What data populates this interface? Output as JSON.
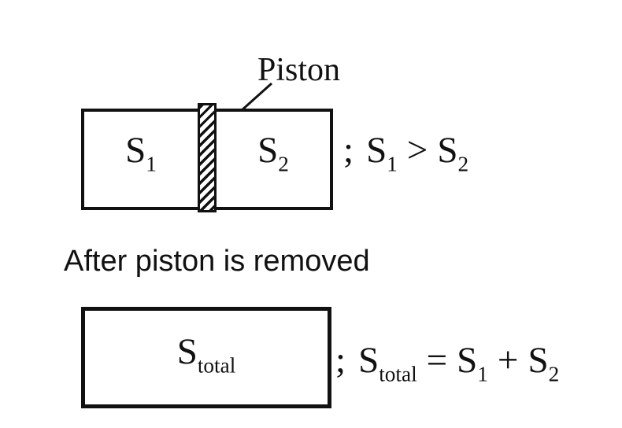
{
  "colors": {
    "ink": "#111111",
    "background": "#ffffff"
  },
  "figure": {
    "piston_label": "Piston",
    "top_box": {
      "left_chamber": {
        "base": "S",
        "sub": "1"
      },
      "right_chamber": {
        "base": "S",
        "sub": "2"
      }
    },
    "top_relation": {
      "prefix": ";",
      "lhs": {
        "base": "S",
        "sub": "1"
      },
      "op": ">",
      "rhs": {
        "base": "S",
        "sub": "2"
      }
    },
    "caption": "After piston is removed",
    "bottom_box": {
      "chamber": {
        "base": "S",
        "sub": "total"
      }
    },
    "bottom_equation": {
      "prefix": ";",
      "lhs": {
        "base": "S",
        "sub": "total"
      },
      "op": "=",
      "term1": {
        "base": "S",
        "sub": "1"
      },
      "plus": "+",
      "term2": {
        "base": "S",
        "sub": "2"
      }
    }
  }
}
